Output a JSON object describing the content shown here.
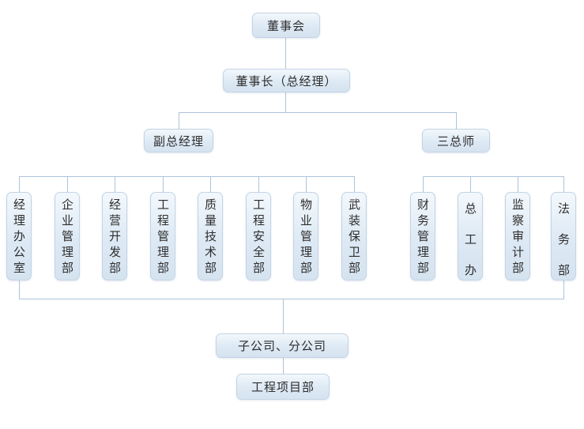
{
  "diagram": {
    "type": "organization-chart",
    "root": "董事会",
    "chairman": "董事长（总经理）",
    "branches": {
      "left": {
        "label": "副总经理",
        "departments": [
          "经理办公室",
          "企业管理部",
          "经营开发部",
          "工程管理部",
          "质量技术部",
          "工程安全部",
          "物业管理部",
          "武装保卫部"
        ]
      },
      "right": {
        "label": "三总师",
        "departments": [
          "财务管理部",
          "总工办",
          "监察审计部",
          "法务部"
        ]
      }
    },
    "subsidiaries": "子公司、分公司",
    "project_dept": "工程项目部"
  },
  "colors": {
    "background": "#ffffff",
    "text": "#2e2e2e",
    "connector": "#aec3da",
    "box_border": "#c3d4e6",
    "box_fill_top": "#f3f8fc",
    "box_fill_mid": "#dde9f4",
    "box_fill_bottom": "#d5e3f0"
  }
}
